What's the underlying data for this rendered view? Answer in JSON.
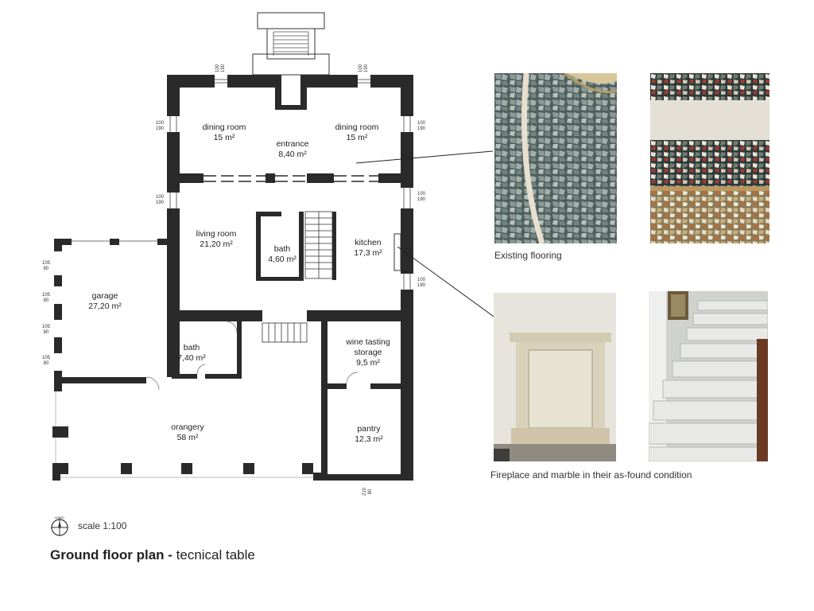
{
  "rooms": {
    "dining_left": {
      "name": "dining room",
      "area": "15 m²"
    },
    "entrance": {
      "name": "entrance",
      "area": "8,40 m²"
    },
    "dining_right": {
      "name": "dining room",
      "area": "15 m²"
    },
    "living": {
      "name": "living room",
      "area": "21,20 m²"
    },
    "bath_center": {
      "name": "bath",
      "area": "4,60 m²"
    },
    "kitchen": {
      "name": "kitchen",
      "area": "17,3 m²"
    },
    "garage": {
      "name": "garage",
      "area": "27,20 m²"
    },
    "bath_small": {
      "name": "bath",
      "area": "7,40 m²"
    },
    "wine_line1": "wine tasting",
    "wine_line2": "storage",
    "wine_area": "9,5 m²",
    "orangery": {
      "name": "orangery",
      "area": "58 m²"
    },
    "pantry": {
      "name": "pantry",
      "area": "12,3 m²"
    }
  },
  "dims": {
    "window_w": "100",
    "window_h": "190",
    "garage_w": "105",
    "garage_h": "80",
    "door_w": "210",
    "door_h": "80"
  },
  "captions": {
    "flooring": "Existing flooring",
    "fireplace": "Fireplace and marble in their as-found condition"
  },
  "scale": "scale 1:100",
  "compass": "NORD",
  "title": {
    "bold": "Ground floor plan -",
    "rest": " tecnical table"
  }
}
